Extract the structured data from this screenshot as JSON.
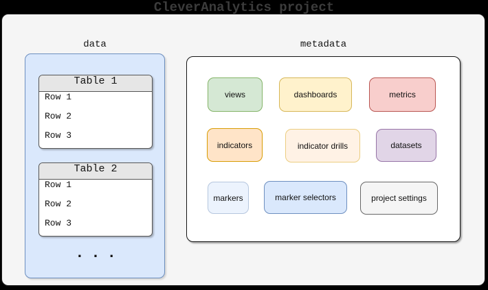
{
  "window": {
    "title": "CleverAnalytics project"
  },
  "data_section": {
    "label": "data",
    "tables": [
      {
        "title": "Table 1",
        "rows": [
          "Row 1",
          "Row 2",
          "Row 3"
        ]
      },
      {
        "title": "Table 2",
        "rows": [
          "Row 1",
          "Row 2",
          "Row 3"
        ]
      }
    ],
    "ellipsis": "..."
  },
  "metadata_section": {
    "label": "metadata",
    "boxes": [
      {
        "id": "views",
        "label": "views",
        "fill": "#d5e8d4",
        "stroke": "#82b366"
      },
      {
        "id": "dashboards",
        "label": "dashboards",
        "fill": "#fff2cc",
        "stroke": "#d6b656"
      },
      {
        "id": "metrics",
        "label": "metrics",
        "fill": "#f8cecc",
        "stroke": "#b85450"
      },
      {
        "id": "indicators",
        "label": "indicators",
        "fill": "#ffe4c8",
        "stroke": "#d79b00"
      },
      {
        "id": "indicator-drills",
        "label": "indicator drills",
        "fill": "#fff2e5",
        "stroke": "#ebcd7f"
      },
      {
        "id": "datasets",
        "label": "datasets",
        "fill": "#e1d5e7",
        "stroke": "#9673a6"
      },
      {
        "id": "markers",
        "label": "markers",
        "fill": "#ecf3fd",
        "stroke": "#b5c6de"
      },
      {
        "id": "marker-selectors",
        "label": "marker selectors",
        "fill": "#dae8fc",
        "stroke": "#6c8ebf"
      },
      {
        "id": "project-settings",
        "label": "project settings",
        "fill": "#f5f5f5",
        "stroke": "#666666"
      }
    ]
  },
  "colors": {
    "canvas_background": "#000000",
    "panel_background": "#f5f5f5",
    "data_panel_fill": "#dae8fc",
    "data_panel_stroke": "#6c8ebf",
    "table_header_fill": "#e6e6e6",
    "table_stroke": "#545454",
    "title_text": "#3c3c3c"
  }
}
